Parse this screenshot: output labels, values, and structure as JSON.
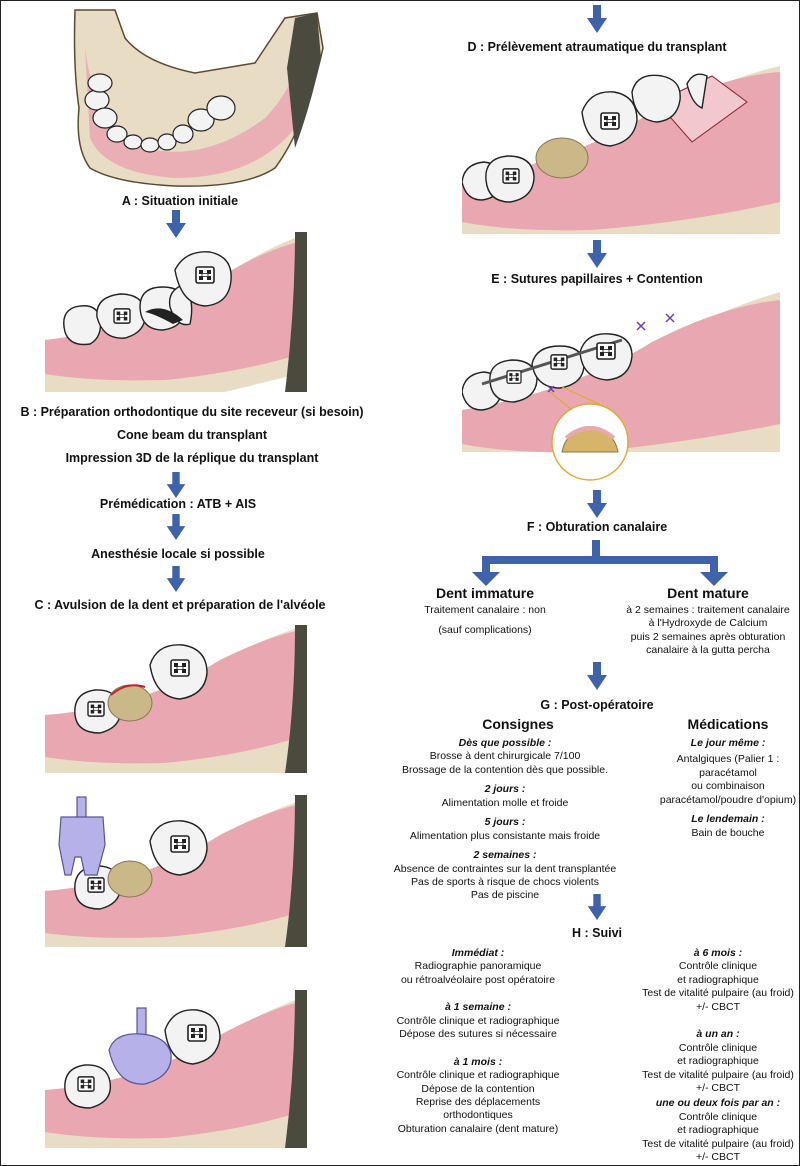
{
  "steps": {
    "a": "A : Situation initiale",
    "b1": "B : Préparation orthodontique du site receveur (si besoin)",
    "b2": "Cone beam du transplant",
    "b3": "Impression 3D de la réplique du transplant",
    "premed": "Prémédication : ATB + AIS",
    "anesth": "Anesthésie locale si possible",
    "c": "C : Avulsion de la dent et préparation de l'alvéole",
    "d": "D : Prélèvement atraumatique du transplant",
    "e": "E : Sutures papillaires + Contention",
    "f": "F : Obturation canalaire",
    "g": "G : Post-opératoire",
    "h": "H : Suivi"
  },
  "obturation": {
    "immature_title": "Dent immature",
    "immature_lines": [
      "Traitement canalaire : non",
      "(sauf complications)"
    ],
    "mature_title": "Dent mature",
    "mature_lines": [
      "à 2 semaines : traitement canalaire",
      "à l'Hydroxyde de Calcium",
      "puis 2 semaines après obturation",
      "canalaire à la gutta percha"
    ]
  },
  "consignes": {
    "title": "Consignes",
    "s1_title": "Dès que possible :",
    "s1_l1": "Brosse à dent chirurgicale 7/100",
    "s1_l2": "Brossage de la contention dès que possible.",
    "s2_title": "2 jours :",
    "s2_l1": "Alimentation molle et froide",
    "s3_title": "5 jours :",
    "s3_l1": "Alimentation plus consistante mais froide",
    "s4_title": "2 semaines :",
    "s4_l1": "Absence de contraintes sur la dent transplantée",
    "s4_l2": "Pas de sports à risque de chocs violents",
    "s4_l3": "Pas de piscine"
  },
  "medications": {
    "title": "Médications",
    "s1_title": "Le jour même :",
    "s1_l1": "Antalgiques (Palier 1 :",
    "s1_l2": "paracétamol",
    "s1_l3": "ou combinaison",
    "s1_l4": "paracétamol/poudre d'opium)",
    "s2_title": "Le lendemain :",
    "s2_l1": "Bain de bouche"
  },
  "suivi_left": {
    "s1_title": "Immédiat :",
    "s1_l1": "Radiographie panoramique",
    "s1_l2": "ou rétroalvéolaire post opératoire",
    "s2_title": "à 1 semaine :",
    "s2_l1": "Contrôle clinique et radiographique",
    "s2_l2": "Dépose des sutures si nécessaire",
    "s3_title": "à 1 mois :",
    "s3_l1": "Contrôle clinique et radiographique",
    "s3_l2": "Dépose de la contention",
    "s3_l3": "Reprise des déplacements",
    "s3_l4": "orthodontiques",
    "s3_l5": "Obturation canalaire (dent mature)"
  },
  "suivi_right": {
    "s1_title": "à 6 mois :",
    "s1_l1": "Contrôle clinique",
    "s1_l2": "et radiographique",
    "s1_l3": "Test de vitalité pulpaire (au froid)",
    "s1_l4": "+/- CBCT",
    "s2_title": "à un an :",
    "s2_l1": "Contrôle clinique",
    "s2_l2": "et radiographique",
    "s2_l3": "Test de vitalité pulpaire (au froid)",
    "s2_l4": "+/- CBCT",
    "s3_title": "une ou deux fois par an :",
    "s3_l1": "Contrôle clinique",
    "s3_l2": "et radiographique",
    "s3_l3": "Test de vitalité pulpaire (au froid)",
    "s3_l4": "+/- CBCT"
  },
  "colors": {
    "arrow": "#3f62ad",
    "gum": "#e9a7b1",
    "bone": "#e9dcc4",
    "tooth": "#f3f3f3",
    "outline": "#222222",
    "splint": "#a9a4e0"
  }
}
